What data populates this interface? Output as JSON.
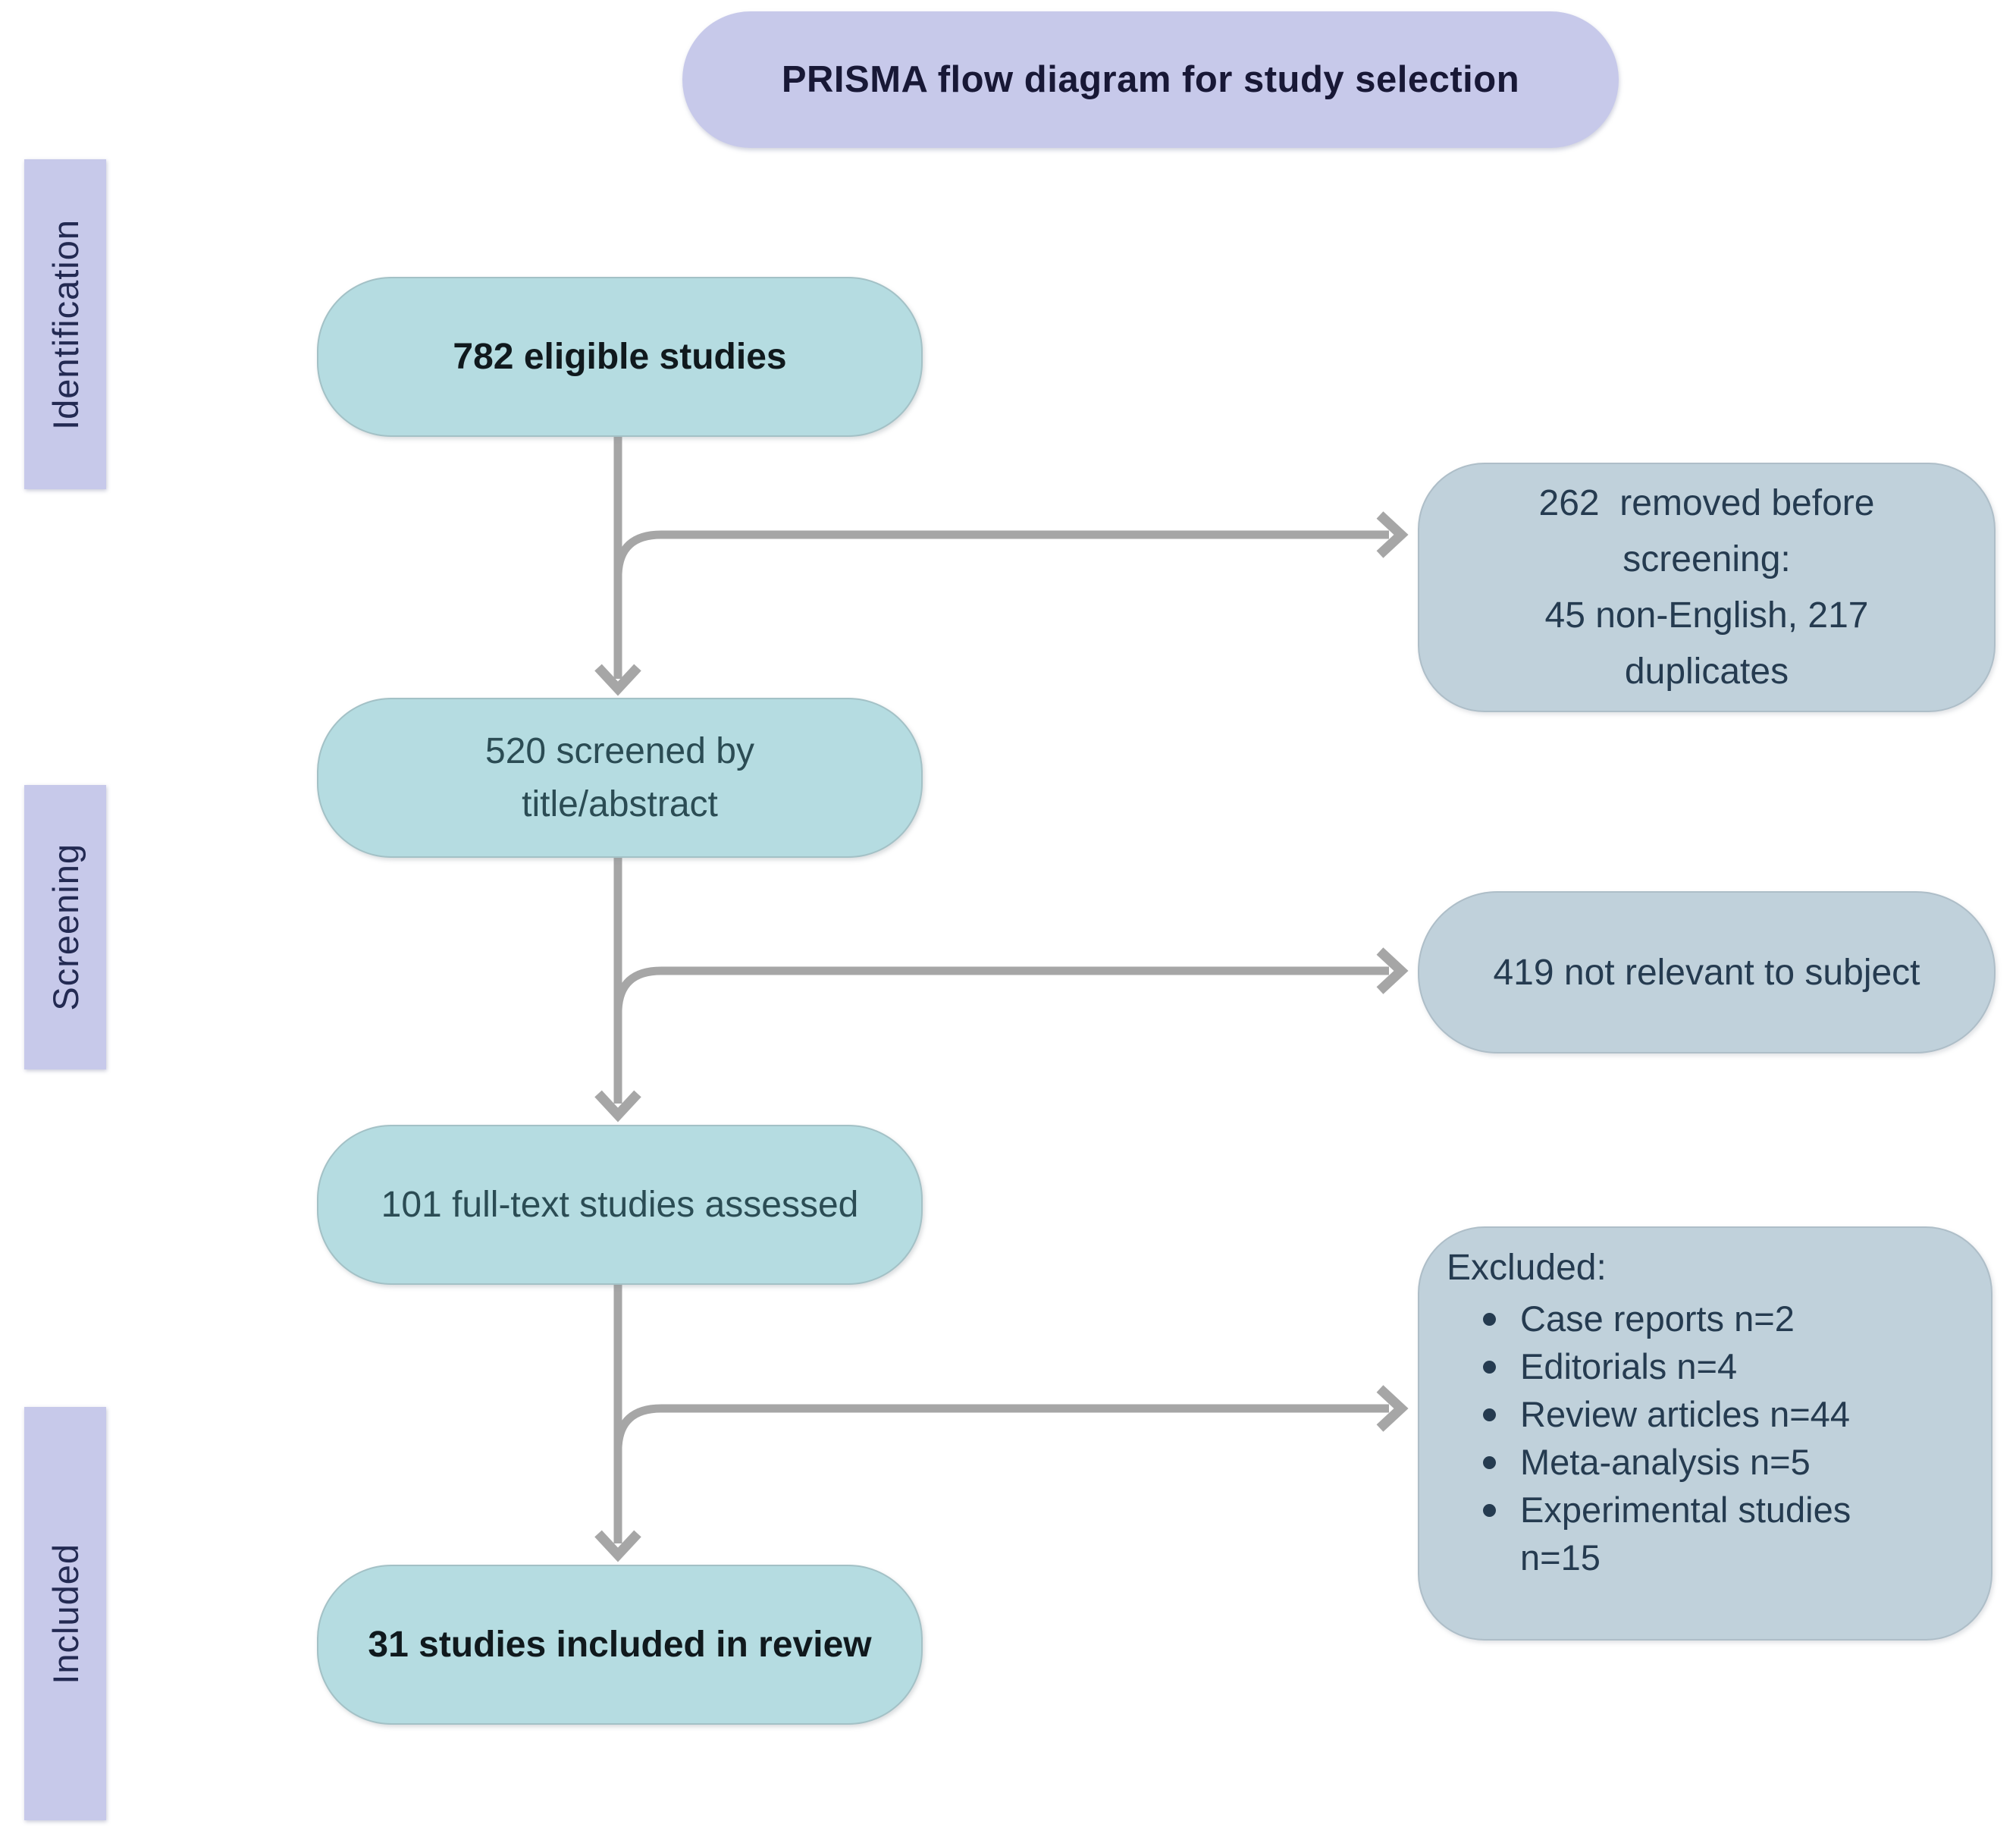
{
  "title": {
    "text": "PRISMA flow diagram for study selection"
  },
  "stages": [
    {
      "label": "Identification"
    },
    {
      "label": "Screening"
    },
    {
      "label": "Included"
    }
  ],
  "flow_boxes": [
    {
      "text": "782 eligible studies",
      "bold": true
    },
    {
      "lines": [
        "520 screened by",
        "title/abstract"
      ],
      "bold": false
    },
    {
      "text": "101 full-text studies assessed",
      "bold": false
    },
    {
      "text": "31 studies included in review",
      "bold": true
    }
  ],
  "side_boxes": [
    {
      "lines": [
        "262  removed before",
        "screening:",
        "45 non-English, 217",
        "duplicates"
      ]
    },
    {
      "text": "419 not relevant to subject"
    },
    {
      "heading": "Excluded:",
      "items": [
        "Case reports n=2",
        "Editorials n=4",
        "Review articles n=44",
        "Meta-analysis n=5",
        "Experimental studies n=15"
      ]
    }
  ],
  "colors": {
    "lavender": "#c7c9ea",
    "teal_box": "#b5dce1",
    "side_box": "#c0d1db",
    "arrow": "#a6a6a6",
    "title_text": "#181836",
    "stage_text": "#232a52",
    "bold_text": "#10191d",
    "flow_text": "#2b4c54",
    "side_text": "#253b50"
  }
}
